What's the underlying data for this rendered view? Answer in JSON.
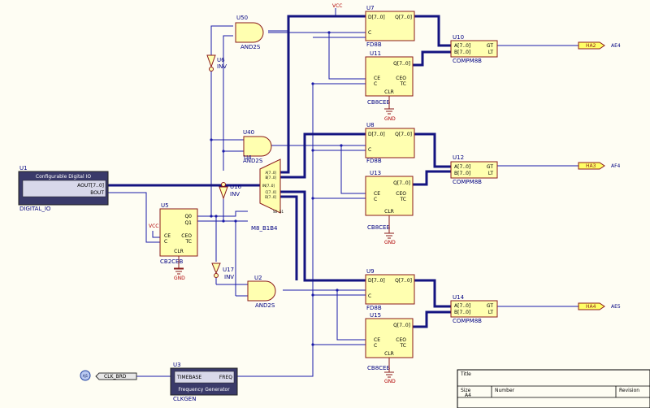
{
  "components": {
    "u1": {
      "designator": "U1",
      "title": "Configurable Digital IO",
      "pin_aout": "AOUT[7..0]",
      "pin_bout": "BOUT",
      "name": "DIGITAL_IO"
    },
    "u3": {
      "designator": "U3",
      "pin_timebase": "TIMEBASE",
      "pin_freq": "FREQ",
      "title": "Frequency Generator",
      "name": "CLKGEN"
    },
    "u5": {
      "designator": "U5",
      "ce": "CE",
      "c": "C",
      "q0": "Q0",
      "q1": "Q1",
      "ceo": "CEO",
      "tc": "TC",
      "clr": "CLR",
      "name": "CB2CEB"
    },
    "u50": {
      "designator": "U50",
      "name": "AND2S"
    },
    "u40": {
      "designator": "U40",
      "name": "AND2S"
    },
    "u2": {
      "designator": "U2",
      "name": "AND2S"
    },
    "u6": {
      "designator": "U6",
      "name": "INV"
    },
    "u16": {
      "designator": "U16",
      "name": "INV"
    },
    "u17": {
      "designator": "U17",
      "name": "INV"
    },
    "u4": {
      "designator": "U4",
      "name": "M8_B1B4",
      "pins": [
        "A[7..0]",
        "B[7..0]",
        "C[7..0]",
        "D[7..0]",
        "S0",
        "S1",
        "IN[7..0]"
      ]
    },
    "u7": {
      "designator": "U7",
      "d": "D[7..0]",
      "q": "Q[7..0]",
      "c": "C",
      "name": "FD8B"
    },
    "u8": {
      "designator": "U8",
      "d": "D[7..0]",
      "q": "Q[7..0]",
      "c": "C",
      "name": "FD8B"
    },
    "u9": {
      "designator": "U9",
      "d": "D[7..0]",
      "q": "Q[7..0]",
      "c": "C",
      "name": "FD8B"
    },
    "u11": {
      "designator": "U11",
      "q": "Q[7..0]",
      "ce": "CE",
      "c": "C",
      "ceo": "CEO",
      "tc": "TC",
      "clr": "CLR",
      "name": "CB8CEB"
    },
    "u13": {
      "designator": "U13",
      "q": "Q[7..0]",
      "ce": "CE",
      "c": "C",
      "ceo": "CEO",
      "tc": "TC",
      "clr": "CLR",
      "name": "CB8CEB"
    },
    "u15": {
      "designator": "U15",
      "q": "Q[7..0]",
      "ce": "CE",
      "c": "C",
      "ceo": "CEO",
      "tc": "TC",
      "clr": "CLR",
      "name": "CB8CEB"
    },
    "u10": {
      "designator": "U10",
      "a": "A[7..0]",
      "b": "B[7..0]",
      "gt": "GT",
      "lt": "LT",
      "name": "COMPM8B"
    },
    "u12": {
      "designator": "U12",
      "a": "A[7..0]",
      "b": "B[7..0]",
      "gt": "GT",
      "lt": "LT",
      "name": "COMPM8B"
    },
    "u14": {
      "designator": "U14",
      "a": "A[7..0]",
      "b": "B[7..0]",
      "gt": "GT",
      "lt": "LT",
      "name": "COMPM8B"
    }
  },
  "power": {
    "vcc": "VCC",
    "gnd": "GND"
  },
  "ports": {
    "ha2": {
      "label": "HA2",
      "pin": "AE4"
    },
    "ha3": {
      "label": "HA3",
      "pin": "AF4"
    },
    "ha4": {
      "label": "HA4",
      "pin": "AE5"
    },
    "clk": {
      "label": "CLK_BRD",
      "pin": "AJ1"
    }
  },
  "title_block": {
    "title": "Title",
    "size": "Size",
    "size_value": "A4",
    "number": "Number",
    "revision": "Revision"
  }
}
